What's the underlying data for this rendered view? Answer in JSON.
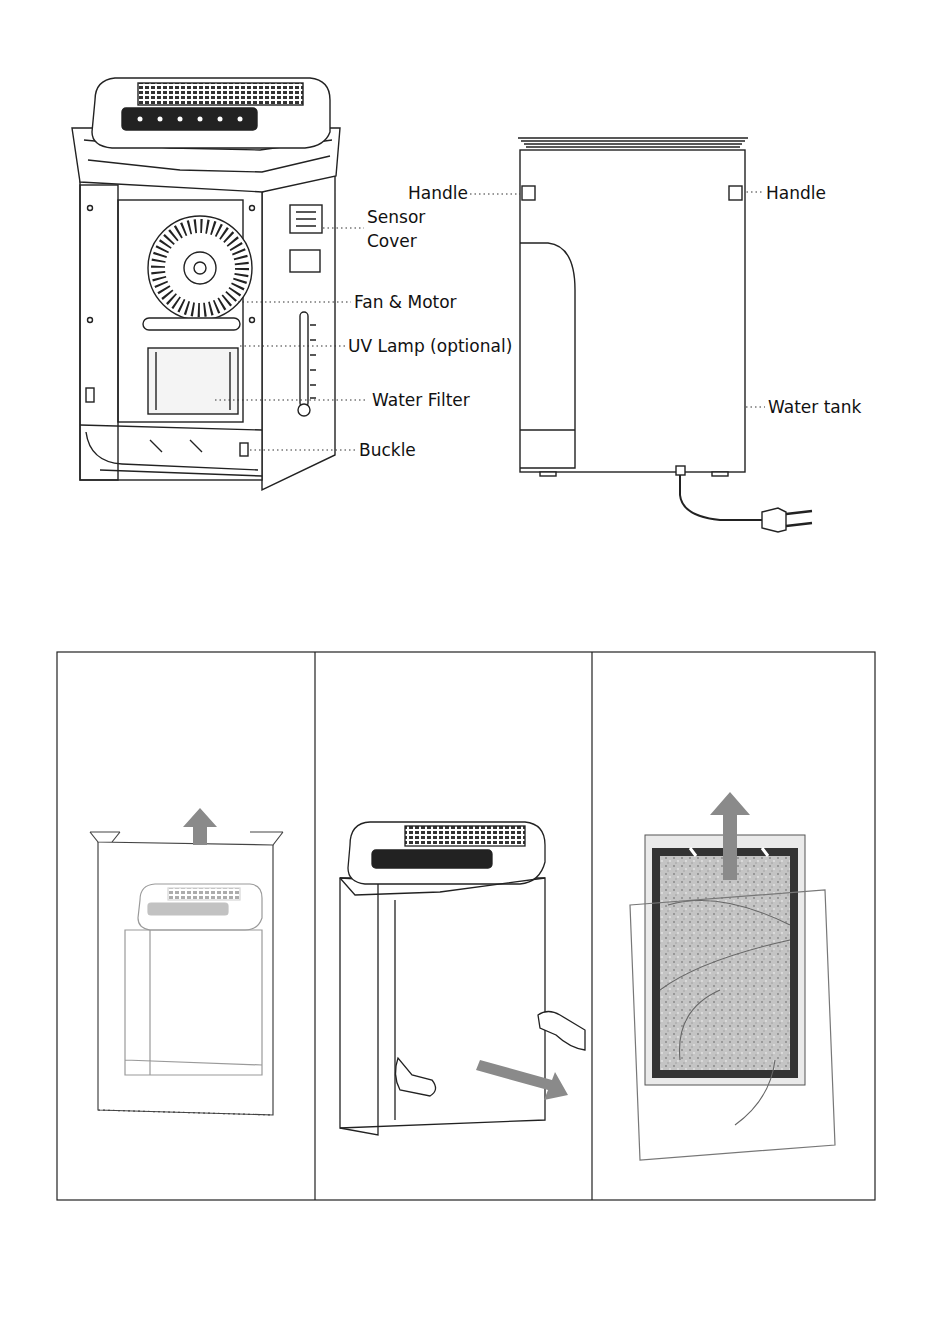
{
  "diagram": {
    "labels": [
      "Handle",
      "Handle",
      "Sensor Cover",
      "Fan & Motor",
      "UV Lamp (optional)",
      "Water Filter",
      "Water tank",
      "Buckle"
    ]
  }
}
